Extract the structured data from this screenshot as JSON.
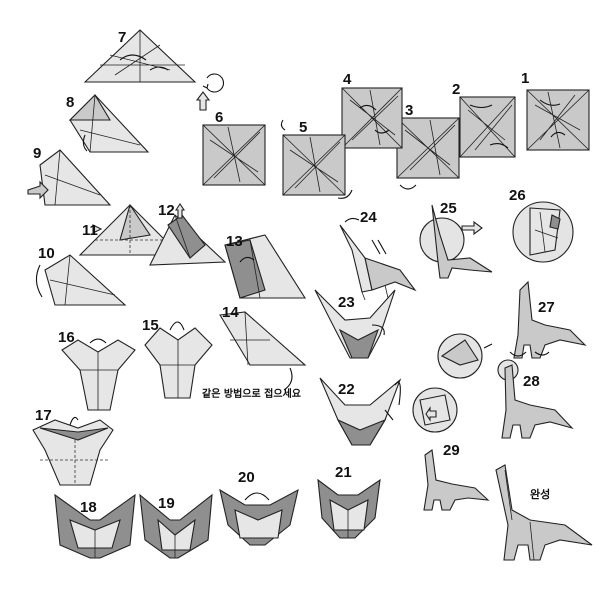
{
  "steps": [
    {
      "label": "1"
    },
    {
      "label": "2"
    },
    {
      "label": "3"
    },
    {
      "label": "4"
    },
    {
      "label": "5"
    },
    {
      "label": "6"
    },
    {
      "label": "7"
    },
    {
      "label": "8"
    },
    {
      "label": "9"
    },
    {
      "label": "10"
    },
    {
      "label": "11"
    },
    {
      "label": "12"
    },
    {
      "label": "13"
    },
    {
      "label": "14"
    },
    {
      "label": "15"
    },
    {
      "label": "16"
    },
    {
      "label": "17"
    },
    {
      "label": "18"
    },
    {
      "label": "19"
    },
    {
      "label": "20"
    },
    {
      "label": "21"
    },
    {
      "label": "22"
    },
    {
      "label": "23"
    },
    {
      "label": "24"
    },
    {
      "label": "25"
    },
    {
      "label": "26"
    },
    {
      "label": "27"
    },
    {
      "label": "28"
    },
    {
      "label": "29"
    }
  ],
  "notes": {
    "same_way": "같은 방법으로 접으세요",
    "finished": "완성"
  },
  "colors": {
    "paper": "#c9c9c9",
    "paper_light": "#e6e6e6",
    "paper_dark": "#8f8f8f",
    "line": "#222222"
  }
}
